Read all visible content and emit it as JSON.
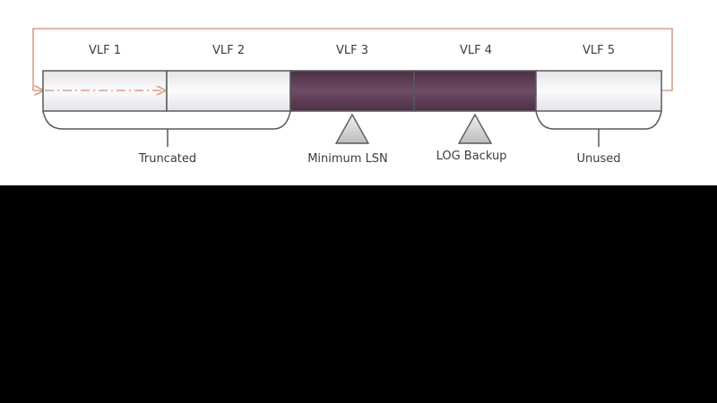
{
  "vlfs": [
    {
      "label": "VLF 1",
      "state": "inactive"
    },
    {
      "label": "VLF 2",
      "state": "inactive"
    },
    {
      "label": "VLF 3",
      "state": "active"
    },
    {
      "label": "VLF 4",
      "state": "active"
    },
    {
      "label": "VLF 5",
      "state": "inactive"
    }
  ],
  "annotations": {
    "truncated": "Truncated",
    "minimum_lsn": "Minimum LSN",
    "log_backup": "LOG Backup",
    "unused": "Unused"
  },
  "colors": {
    "active_fill": "#5e3d55",
    "inactive_fill": "#f3f1f4",
    "outline": "#5a5a5a",
    "arrow": "#d9a08a",
    "marker_fill": "#d0d0d0"
  }
}
